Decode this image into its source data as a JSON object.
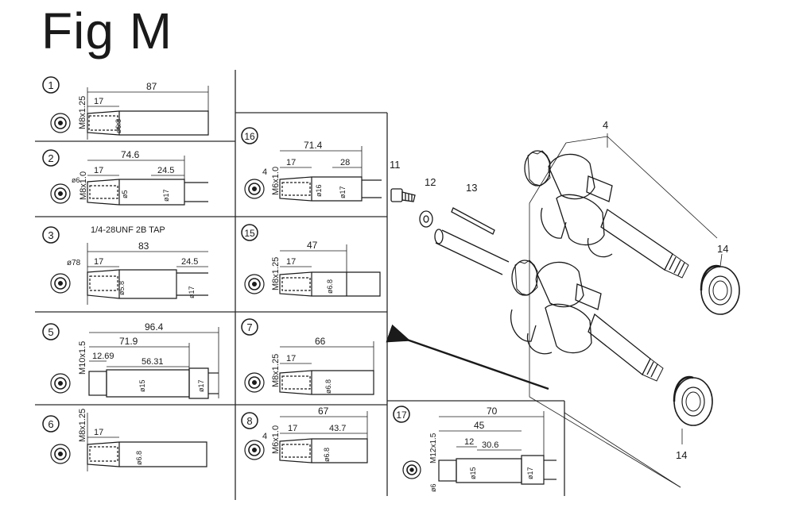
{
  "title": "Fig M",
  "panels": [
    {
      "id": "1",
      "thread": "M8x1.25",
      "dims": [
        "87",
        "17",
        "ø6.8"
      ]
    },
    {
      "id": "2",
      "thread": "M8x1.0",
      "dims": [
        "74.6",
        "17",
        "24.5",
        "ø6",
        "ø5",
        "ø17"
      ]
    },
    {
      "id": "3",
      "thread": "1/4-28UNF 2B TAP",
      "dims": [
        "83",
        "17",
        "24.5",
        "ø78",
        "ø5.8",
        "ø17"
      ]
    },
    {
      "id": "5",
      "thread": "M10x1.5",
      "dims": [
        "96.4",
        "71.9",
        "12.69",
        "56.31",
        "ø15",
        "ø17"
      ]
    },
    {
      "id": "6",
      "thread": "M8x1.25",
      "dims": [
        "17",
        "ø6.8"
      ]
    },
    {
      "id": "16",
      "thread": "M6x1.0",
      "dims": [
        "71.4",
        "17",
        "28",
        "4",
        "ø16",
        "ø17"
      ]
    },
    {
      "id": "15",
      "thread": "M8x1.25",
      "dims": [
        "47",
        "17",
        "ø6.8"
      ]
    },
    {
      "id": "7",
      "thread": "M8x1.25",
      "dims": [
        "66",
        "17",
        "ø6.8"
      ]
    },
    {
      "id": "8",
      "thread": "M6x1.0",
      "dims": [
        "67",
        "17",
        "43.7",
        "4",
        "ø6.8"
      ]
    },
    {
      "id": "17",
      "thread": "M12x1.5",
      "dims": [
        "70",
        "45",
        "12",
        "30.6",
        "ø6",
        "ø15",
        "ø17"
      ]
    }
  ],
  "callouts": [
    "4",
    "11",
    "12",
    "13",
    "14",
    "14"
  ]
}
